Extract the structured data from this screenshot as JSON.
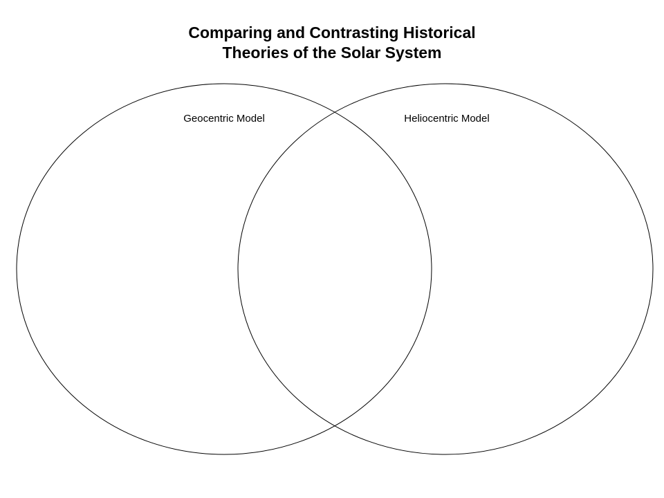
{
  "diagram": {
    "title_line1": "Comparing and Contrasting Historical",
    "title_line2": "Theories of the Solar System",
    "left_label": "Geocentric Model",
    "right_label": "Heliocentric Model",
    "line_color": "#000000",
    "background_color": "#ffffff"
  }
}
